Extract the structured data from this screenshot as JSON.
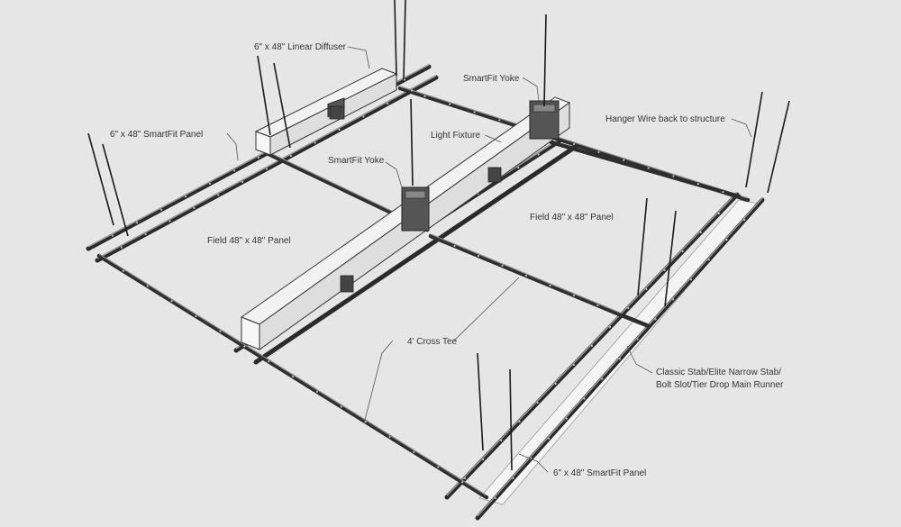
{
  "labels": {
    "linear_diffuser": "6\" x 48\" Linear Diffuser",
    "yoke_top": "SmartFit Yoke",
    "hanger_wire": "Hanger Wire back to structure",
    "panel_left": "6\" x 48\" SmartFit Panel",
    "light_fixture": "Light Fixture",
    "yoke_mid": "SmartFit Yoke",
    "field_right": "Field 48\" x 48\" Panel",
    "field_left": "Field 48\" x 48\" Panel",
    "cross_tee": "4' Cross Tee",
    "main_runner_line1": "Classic Stab/Elite Narrow Stab/",
    "main_runner_line2": "Bolt Slot/Tier Drop Main Runner",
    "panel_bottom": "6\" x 48\" SmartFit Panel"
  },
  "colors": {
    "background": "#e6e6e6",
    "grid": "#2e2e2e",
    "panel": "#f2f2f2"
  }
}
